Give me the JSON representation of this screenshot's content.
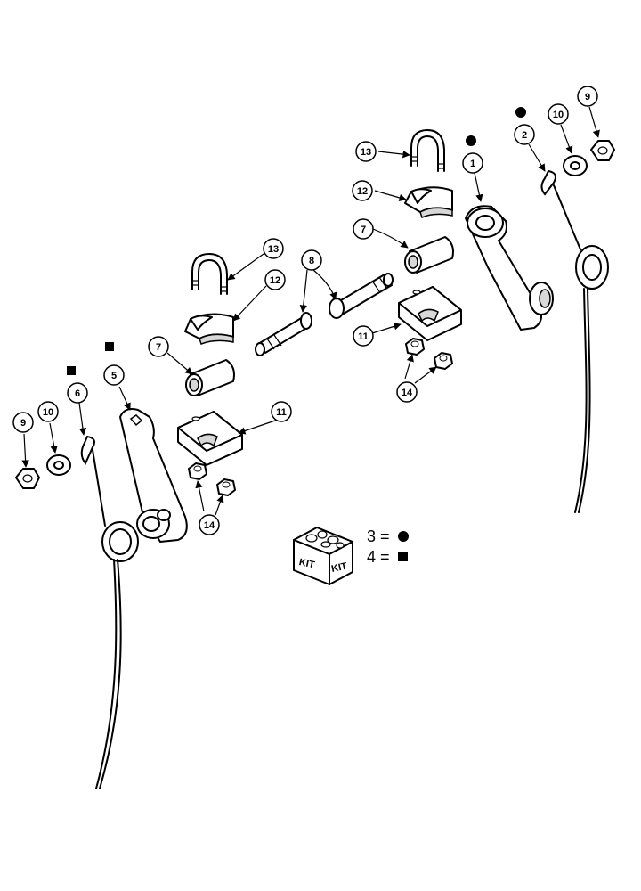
{
  "callouts": {
    "c1": "1",
    "c2": "2",
    "c5": "5",
    "c6": "6",
    "c7a": "7",
    "c7b": "7",
    "c8": "8",
    "c9a": "9",
    "c9b": "9",
    "c10a": "10",
    "c10b": "10",
    "c11a": "11",
    "c11b": "11",
    "c12a": "12",
    "c12b": "12",
    "c13a": "13",
    "c13b": "13",
    "c14a": "14",
    "c14b": "14"
  },
  "kit": {
    "label_left": "KIT",
    "label_right": "KIT"
  },
  "legend": {
    "row1": "3 =",
    "row2": "4 ="
  },
  "colors": {
    "ink": "#000000",
    "background": "#ffffff"
  }
}
